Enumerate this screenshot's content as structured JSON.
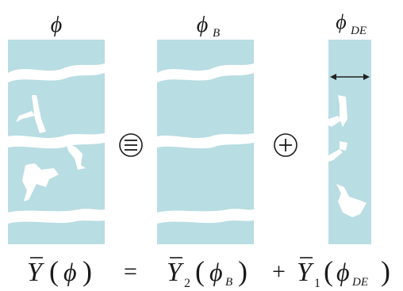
{
  "colors": {
    "panel_fill": "#b8dde2",
    "crack": "#ffffff",
    "ink": "#1a1a1a",
    "arrow": "#222222"
  },
  "labels": {
    "phi": "ϕ",
    "phi_b_main": "ϕ",
    "phi_b_sub": "B",
    "phi_de_main": "ϕ",
    "phi_de_sub": "DE"
  },
  "operators": {
    "equiv_symbol": "≡",
    "plus_symbol": "+"
  },
  "equation": {
    "lhs_Y": "Y",
    "lhs_open": "(",
    "lhs_phi": "ϕ",
    "lhs_close": ")",
    "equals": "=",
    "t1_Y": "Y",
    "t1_sub": "2",
    "t1_open": "(",
    "t1_phi": "ϕ",
    "t1_phi_sub": "B",
    "t1_close": ")",
    "plus": "+",
    "t2_Y": "Y",
    "t2_sub": "1",
    "t2_open": "(",
    "t2_phi": "ϕ",
    "t2_phi_sub": "DE",
    "t2_close": ")"
  },
  "icons": [
    "double-arrow-icon",
    "equiv-circle-icon",
    "plus-circle-icon"
  ]
}
